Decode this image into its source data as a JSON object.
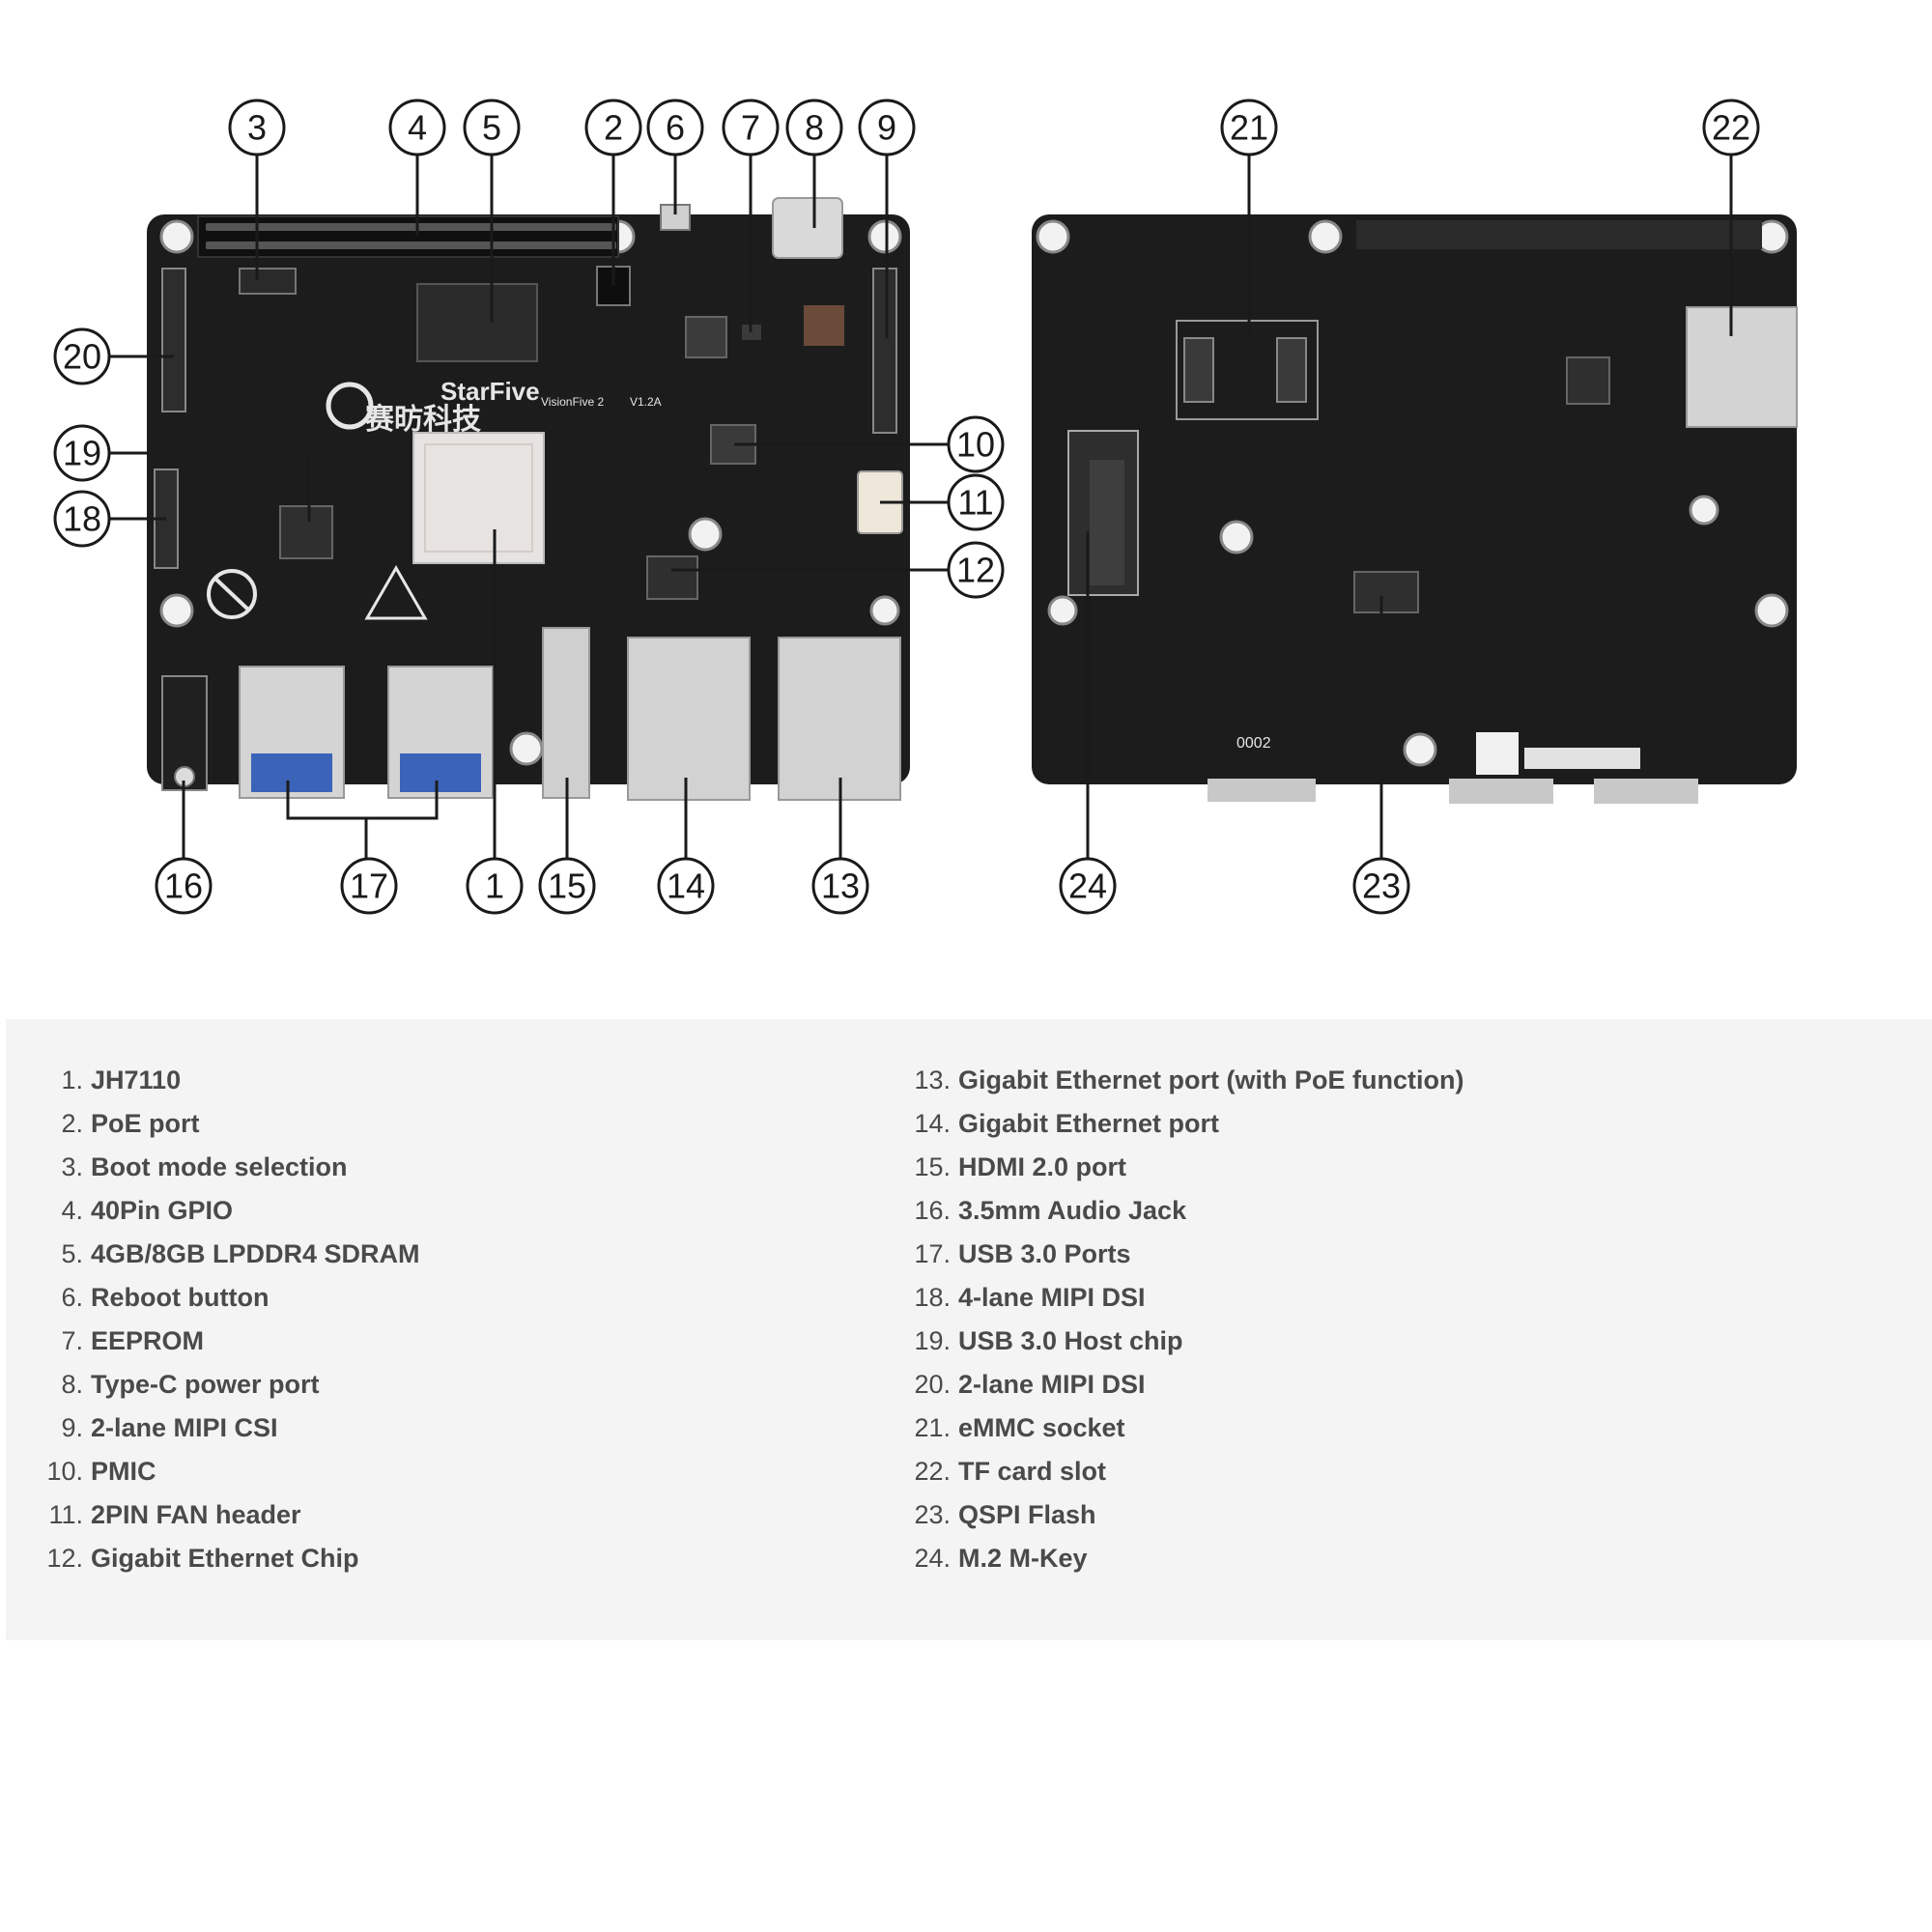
{
  "board": {
    "brand_en": "StarFive",
    "brand_cn": "赛昉科技",
    "model": "VisionFive 2",
    "version": "V1.2A",
    "back_marking": "0002"
  },
  "callouts": [
    "1",
    "2",
    "3",
    "4",
    "5",
    "6",
    "7",
    "8",
    "9",
    "10",
    "11",
    "12",
    "13",
    "14",
    "15",
    "16",
    "17",
    "18",
    "19",
    "20",
    "21",
    "22",
    "23",
    "24"
  ],
  "legend": {
    "left": [
      {
        "num": "1.",
        "label": "JH7110"
      },
      {
        "num": "2.",
        "label": "PoE port"
      },
      {
        "num": "3.",
        "label": "Boot mode selection"
      },
      {
        "num": "4.",
        "label": "40Pin GPIO"
      },
      {
        "num": "5.",
        "label": "4GB/8GB LPDDR4 SDRAM"
      },
      {
        "num": "6.",
        "label": "Reboot button"
      },
      {
        "num": "7.",
        "label": "EEPROM"
      },
      {
        "num": "8.",
        "label": "Type-C power port"
      },
      {
        "num": "9.",
        "label": "2-lane MIPI CSI"
      },
      {
        "num": "10.",
        "label": "PMIC"
      },
      {
        "num": "11.",
        "label": "2PIN FAN header"
      },
      {
        "num": "12.",
        "label": "Gigabit Ethernet Chip"
      }
    ],
    "right": [
      {
        "num": "13.",
        "label": "Gigabit Ethernet port (with PoE function)"
      },
      {
        "num": "14.",
        "label": "Gigabit Ethernet port"
      },
      {
        "num": "15.",
        "label": "HDMI 2.0 port"
      },
      {
        "num": "16.",
        "label": "3.5mm Audio Jack"
      },
      {
        "num": "17.",
        "label": "USB 3.0 Ports"
      },
      {
        "num": "18.",
        "label": "4-lane MIPI DSI"
      },
      {
        "num": "19.",
        "label": "USB 3.0 Host chip"
      },
      {
        "num": "20.",
        "label": "2-lane MIPI DSI"
      },
      {
        "num": "21.",
        "label": "eMMC socket"
      },
      {
        "num": "22.",
        "label": "TF card slot"
      },
      {
        "num": "23.",
        "label": "QSPI Flash"
      },
      {
        "num": "24.",
        "label": "M.2 M-Key"
      }
    ]
  }
}
